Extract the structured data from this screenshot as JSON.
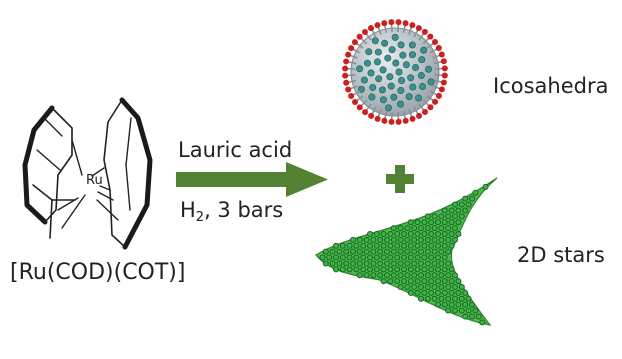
{
  "precursor": {
    "name": "[Ru(COD)(COT)]",
    "metal_label": "Ru"
  },
  "conditions": {
    "reagent": "Lauric acid",
    "gas": "H",
    "gas_subscript": "2",
    "pressure": ", 3 bars"
  },
  "products": {
    "first": "Icosahedra",
    "second": "2D stars",
    "combine_symbol": "+"
  },
  "colors": {
    "arrow": "#548235",
    "plus": "#548235",
    "ruthenium": "#3a8f8f",
    "oxygen": "#cc1f1f",
    "star_fill": "#39b54a",
    "star_atom_edge": "#1e5f20",
    "cluster_core": "#b4bec3"
  }
}
